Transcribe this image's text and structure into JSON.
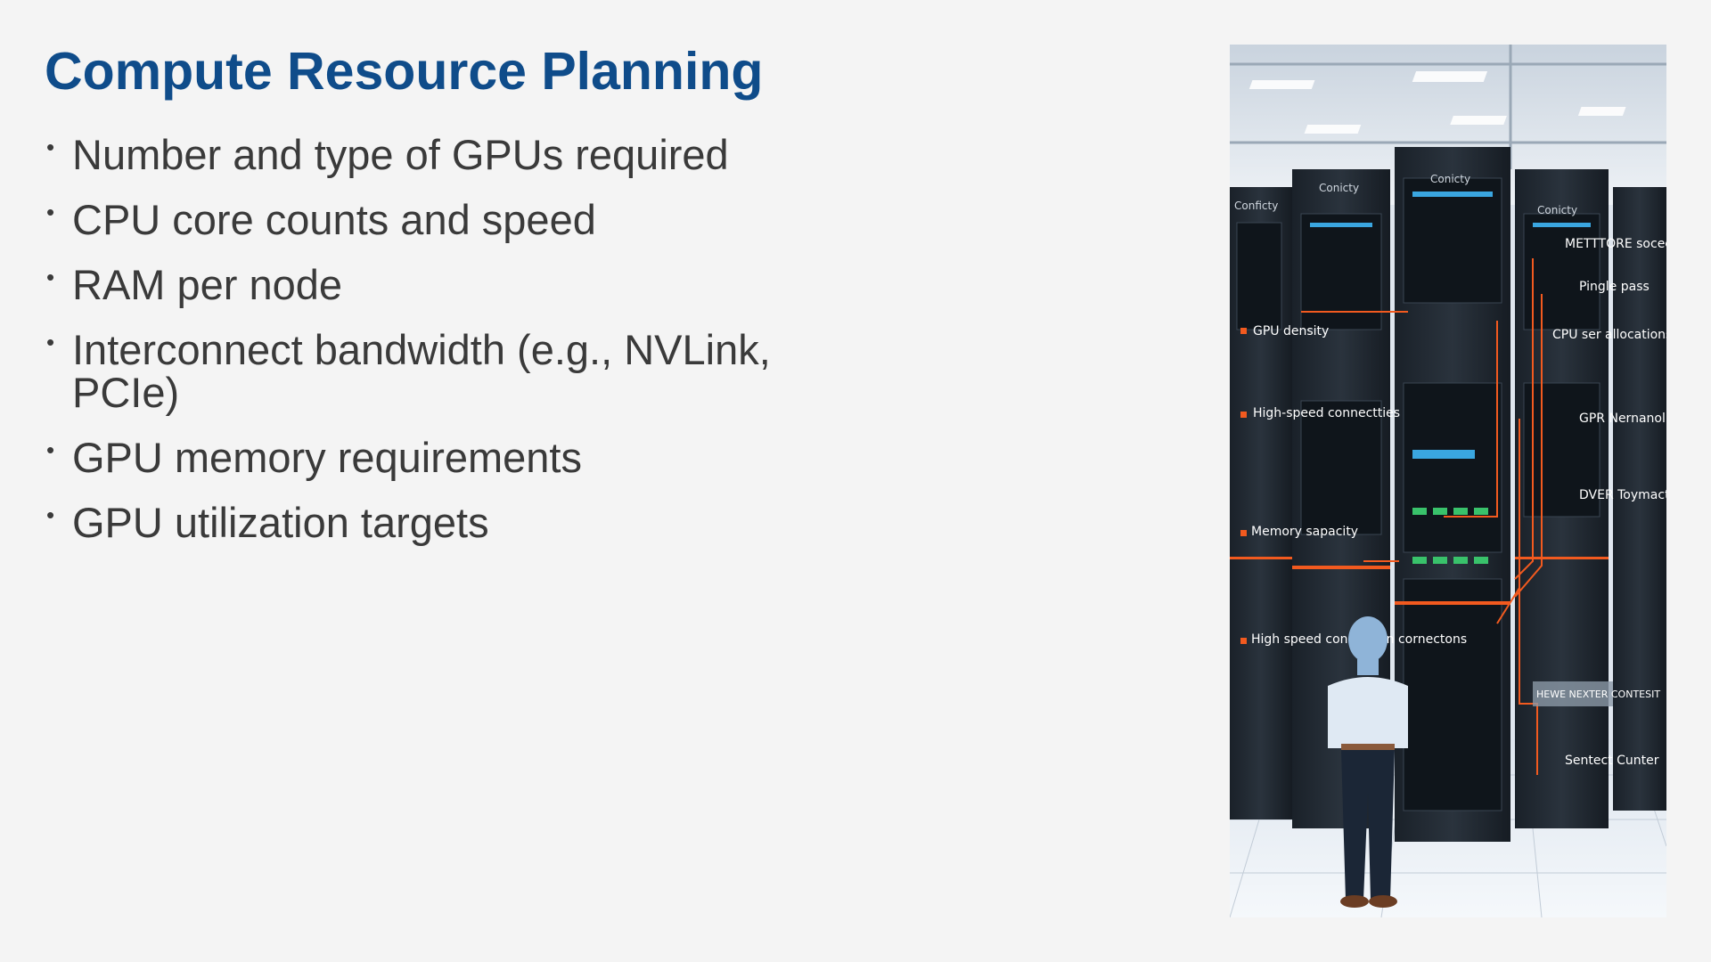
{
  "slide": {
    "title": "Compute Resource Planning",
    "bullets": [
      "Number and type of GPUs required",
      "CPU core counts and speed",
      "RAM per node",
      "Interconnect bandwidth (e.g., NVLink, PCIe)",
      "GPU memory requirements",
      "GPU utilization targets"
    ]
  },
  "image": {
    "rack_labels": [
      "Conficty",
      "Conicty",
      "Conicty",
      "Conicty"
    ],
    "callouts_left": [
      "GPU density",
      "High-speed connectties",
      "Memory sapacity",
      "High speed congection cornectons"
    ],
    "callouts_right": [
      "METTTORE socecation",
      "Pingle pass",
      "CPU ser allocations",
      "GPR Nernanoll Cooky",
      "DVER Toymacting Marcting",
      "HEWE NEXTER CONTESIT",
      "Sentect Cunter"
    ],
    "accent_color": "#f25a1f"
  }
}
